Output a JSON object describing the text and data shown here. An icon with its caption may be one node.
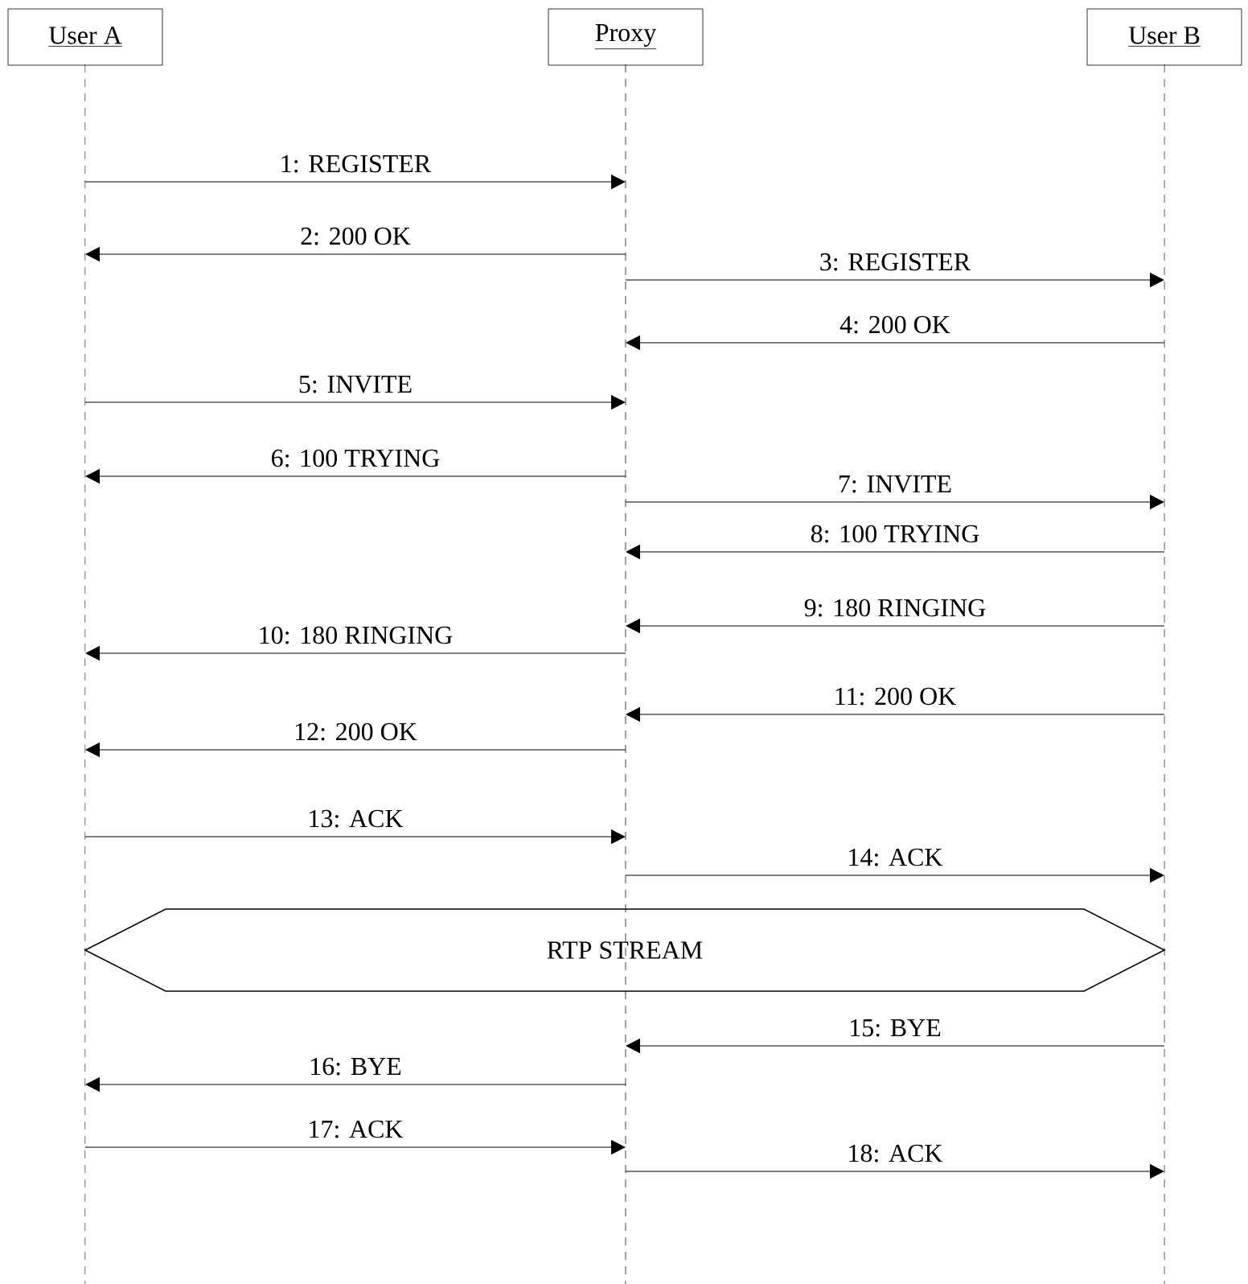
{
  "diagram": {
    "nodes": [
      {
        "text": [
          "User A"
        ]
      },
      {
        "text": [
          "Proxy"
        ]
      },
      {
        "text": [
          "User B"
        ]
      },
      {
        "text": [
          "RTP STREAM"
        ]
      }
    ],
    "edges": [
      {
        "from": 0,
        "to": 1,
        "arrow": "to",
        "label": "1: REGISTER"
      },
      {
        "from": 1,
        "to": 0,
        "arrow": "to",
        "label": "2: 200 OK"
      },
      {
        "from": 1,
        "to": 2,
        "arrow": "to",
        "label": "3: REGISTER"
      },
      {
        "from": 2,
        "to": 1,
        "arrow": "to",
        "label": "4: 200 OK"
      },
      {
        "from": 0,
        "to": 1,
        "arrow": "to",
        "label": "5: INVITE"
      },
      {
        "from": 1,
        "to": 0,
        "arrow": "to",
        "label": "6: 100 TRYING"
      },
      {
        "from": 1,
        "to": 2,
        "arrow": "to",
        "label": "7: INVITE"
      },
      {
        "from": 2,
        "to": 1,
        "arrow": "to",
        "label": "8: 100 TRYING"
      },
      {
        "from": 2,
        "to": 1,
        "arrow": "to",
        "label": "9: 180 RINGING"
      },
      {
        "from": 1,
        "to": 0,
        "arrow": "to",
        "label": "10: 180 RINGING"
      },
      {
        "from": 2,
        "to": 1,
        "arrow": "to",
        "label": "11: 200 OK"
      },
      {
        "from": 1,
        "to": 0,
        "arrow": "to",
        "label": "12: 200 OK"
      },
      {
        "from": 0,
        "to": 1,
        "arrow": "to",
        "label": "13: ACK"
      },
      {
        "from": 1,
        "to": 2,
        "arrow": "to",
        "label": "14: ACK"
      },
      {
        "from": 2,
        "to": 1,
        "arrow": "to",
        "label": "15: BYE"
      },
      {
        "from": 1,
        "to": 0,
        "arrow": "to",
        "label": "16: BYE"
      },
      {
        "from": 0,
        "to": 1,
        "arrow": "to",
        "label": "17: ACK"
      },
      {
        "from": 1,
        "to": 2,
        "arrow": "to",
        "label": "18: ACK"
      }
    ]
  }
}
